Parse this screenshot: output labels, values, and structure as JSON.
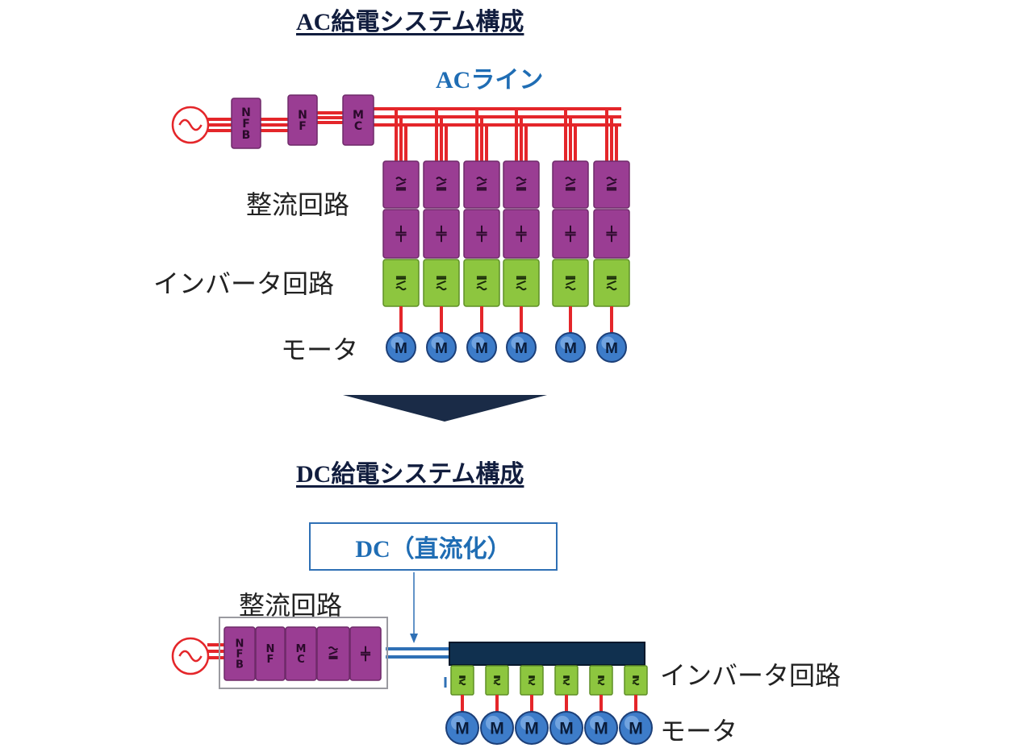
{
  "ac_section": {
    "title": "AC給電システム構成",
    "line_label": "ACライン",
    "rectifier_label": "整流回路",
    "inverter_label": "インバータ回路",
    "motor_label": "モータ",
    "breakers": [
      {
        "id": "nfb",
        "lines": [
          "N",
          "F",
          "B"
        ]
      },
      {
        "id": "nf",
        "lines": [
          "N",
          "F"
        ]
      },
      {
        "id": "mc",
        "lines": [
          "M",
          "C"
        ]
      }
    ],
    "unit_count": 6
  },
  "dc_section": {
    "title": "DC給電システム構成",
    "callout": "DC（直流化）",
    "rectifier_label": "整流回路",
    "inverter_label": "インバータ回路",
    "motor_label": "モータ",
    "block_modules": [
      {
        "id": "nfb",
        "lines": [
          "N",
          "F",
          "B"
        ]
      },
      {
        "id": "nf",
        "lines": [
          "N",
          "F"
        ]
      },
      {
        "id": "mc",
        "lines": [
          "M",
          "C"
        ]
      }
    ],
    "unit_count": 6
  },
  "motor_symbol": "M",
  "colors": {
    "title": "#111d3e",
    "accent_blue": "#1f6db4",
    "purple": "#9a3d93",
    "green": "#8dc63f",
    "red_line": "#e4262a",
    "dc_bus": "#10304f",
    "motor": "#3d7cc9"
  }
}
